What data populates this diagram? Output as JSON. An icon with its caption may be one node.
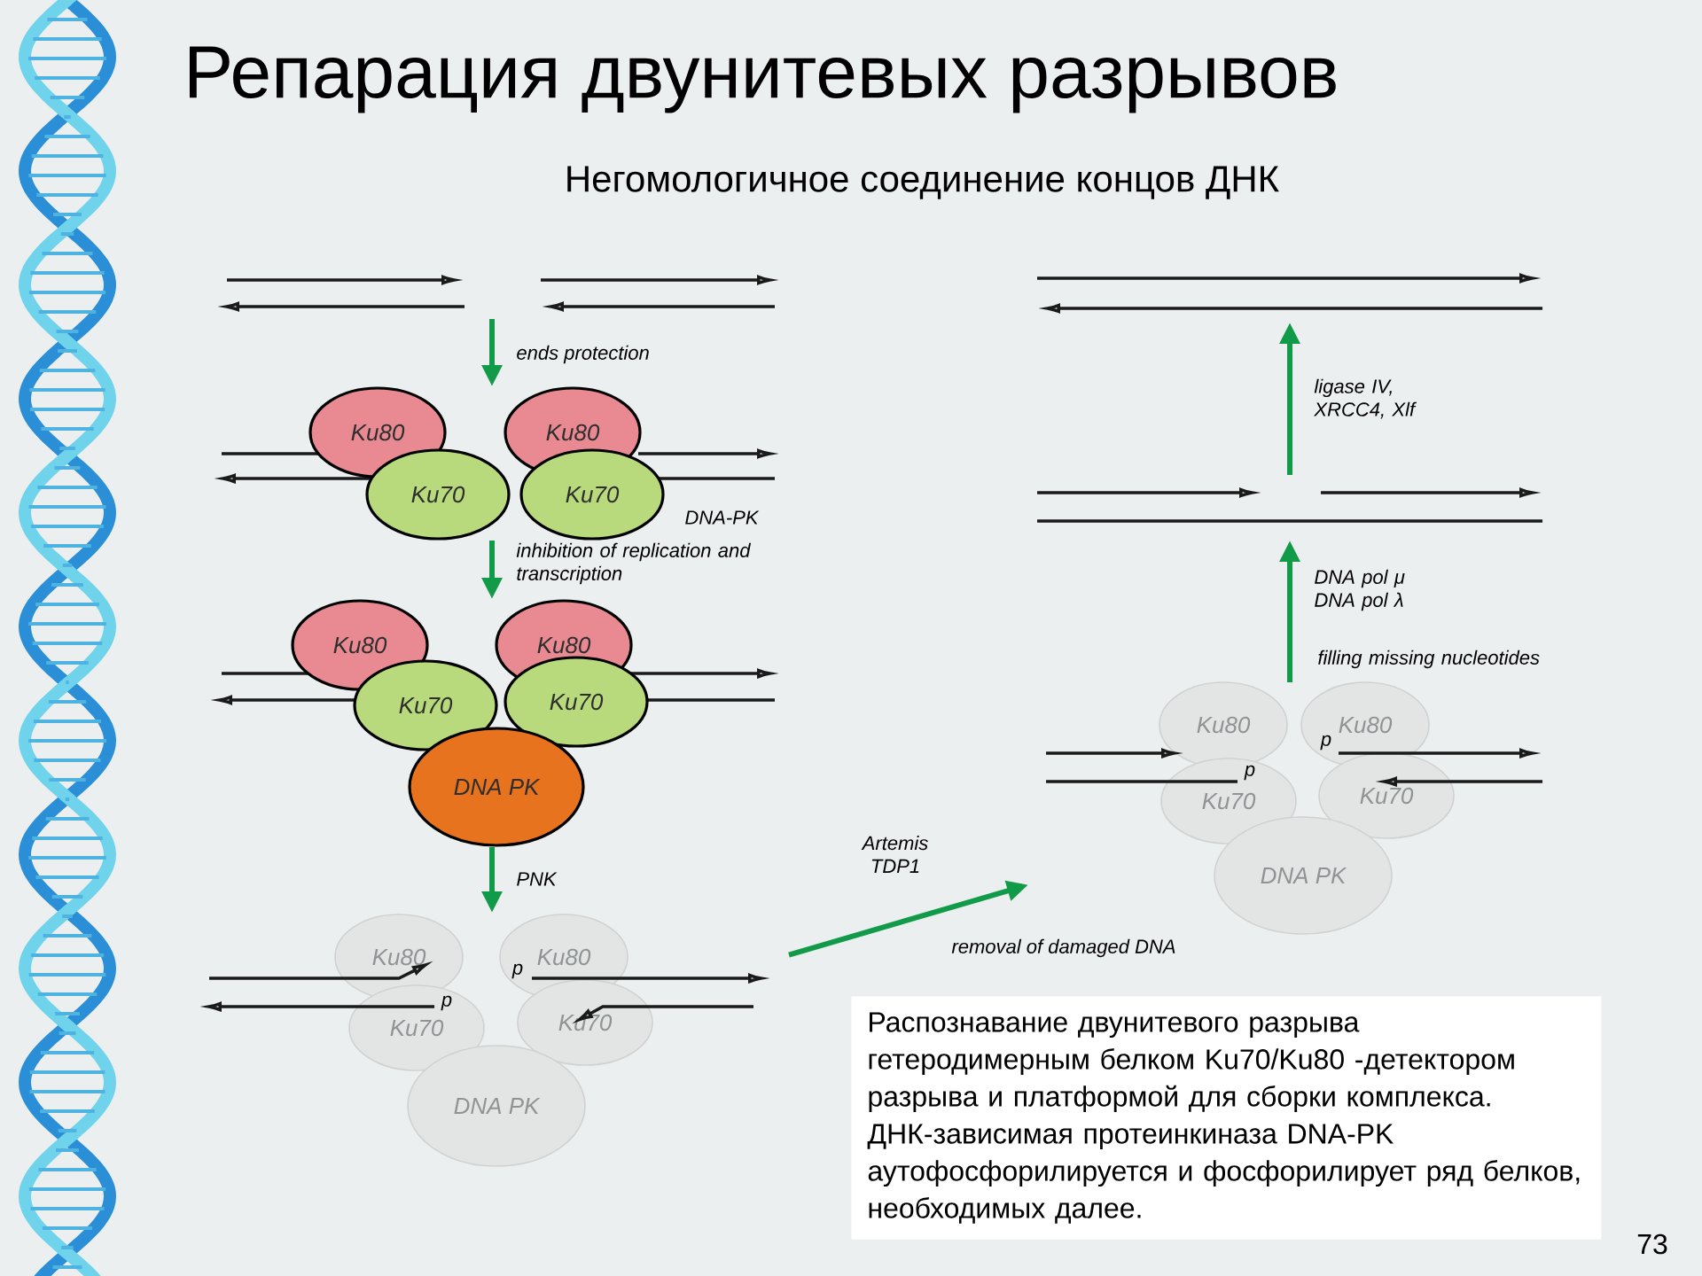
{
  "diagram": {
    "title": "Репарация двунитевых разрывов",
    "nodes": [
      {
        "text": [],
        "shape": "picture"
      },
      {
        "text": [
          "Ku80",
          "Ku80",
          "Ku70",
          "Ku70"
        ]
      },
      {
        "text": [
          "Ku80",
          "Ku80",
          "Ku70",
          "Ku70",
          "DNA PK"
        ]
      },
      {
        "text": [
          "Ku80",
          "Ku80",
          "Ku70",
          "Ku70",
          "DNA PK"
        ]
      },
      {
        "text": [
          "Ku80",
          "Ku80",
          "Ku70",
          "Ku70",
          "DNA PK"
        ]
      },
      {
        "text": [],
        "shape": "picture"
      },
      {
        "text": [],
        "shape": "picture"
      },
      {
        "text": [
          "Распознавание двунитевого разрыва гетеродимерным белком Ku70/Ku80 -детектором разрыва и платформой для сборки комплекса. ДНК-зависимая протеинкиназа DNA-PK аутофосфорилируется и фосфорилирует ряд белков, необходимых далее."
        ]
      }
    ],
    "edges": [
      {
        "from": 0,
        "to": 1,
        "arrow": "to",
        "label": "ends protection"
      },
      {
        "from": 1,
        "to": 2,
        "arrow": "to",
        "label": "inhibition of replication and transcription"
      },
      {
        "from": 2,
        "to": 3,
        "arrow": "to",
        "label": "PNK"
      },
      {
        "from": 3,
        "to": 4,
        "arrow": "to",
        "label": "Artemis TDP1"
      },
      {
        "from": 4,
        "to": 5,
        "arrow": "to",
        "label": "DNA pol μ DNA pol λ"
      },
      {
        "from": 5,
        "to": 6,
        "arrow": "to",
        "label": "ligase IV, XRCC4, Xlf"
      }
    ],
    "labels": [
      "Негомологичное соединение концов ДНК",
      "DNA-PK",
      "removal of damaged DNA",
      "filling missing nucleotides",
      "p",
      "p",
      "p",
      "p",
      "73"
    ]
  }
}
